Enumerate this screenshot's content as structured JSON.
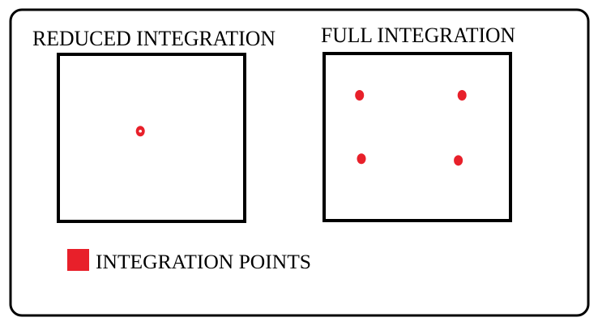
{
  "panels": {
    "reduced": {
      "title": "REDUCED INTEGRATION",
      "points": [
        {
          "u": 0.44,
          "v": 0.46
        }
      ]
    },
    "full": {
      "title": "FULL INTEGRATION",
      "points": [
        {
          "u": 0.19,
          "v": 0.25
        },
        {
          "u": 0.74,
          "v": 0.25
        },
        {
          "u": 0.2,
          "v": 0.63
        },
        {
          "u": 0.72,
          "v": 0.64
        }
      ]
    }
  },
  "legend": {
    "label": "INTEGRATION POINTS"
  },
  "colors": {
    "point": "#e8202a",
    "stroke": "#000000",
    "background": "#ffffff"
  }
}
